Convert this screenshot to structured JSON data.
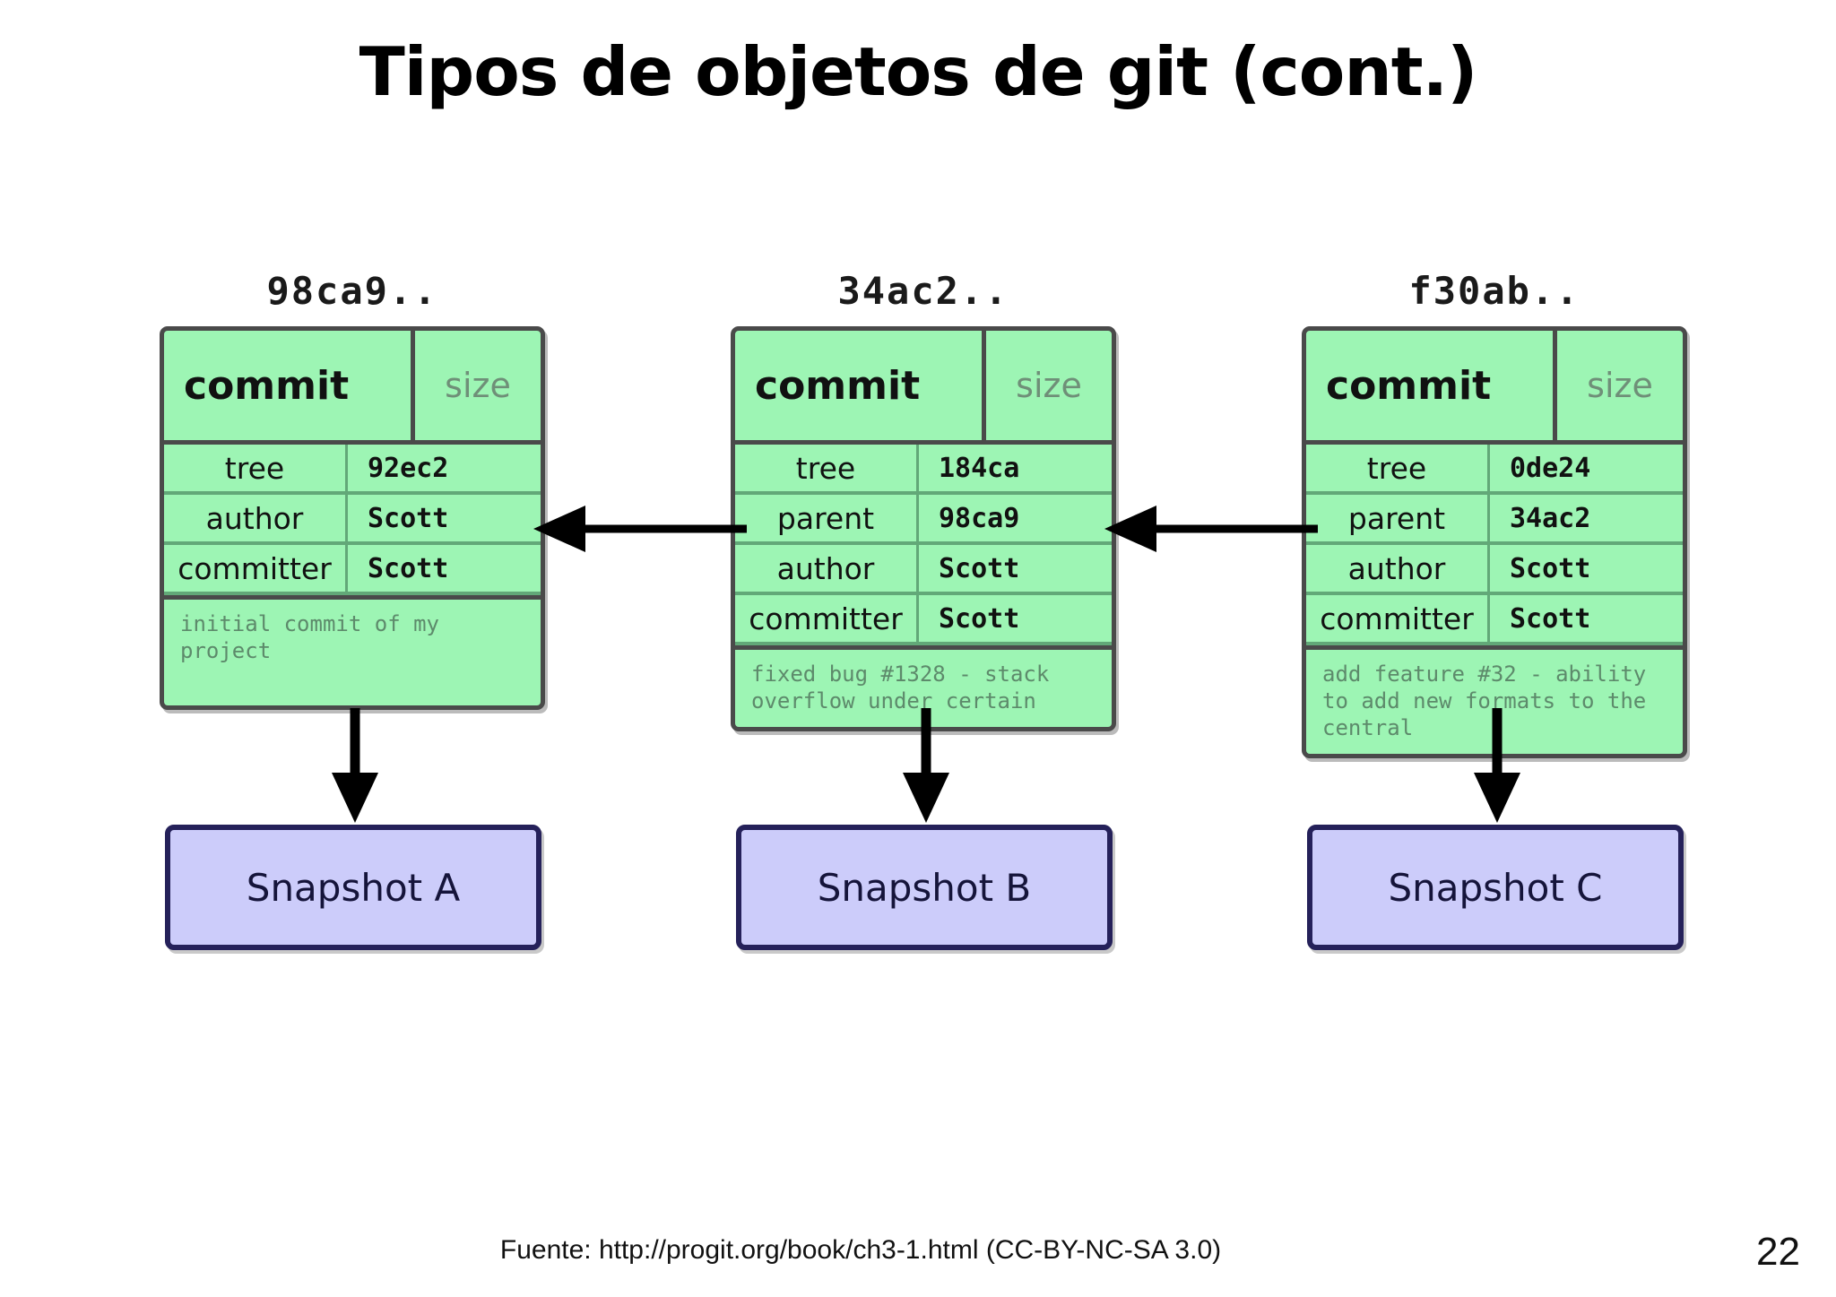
{
  "slide": {
    "title": "Tipos de objetos de git (cont.)",
    "page_number": "22",
    "footer_source": "Fuente: http://progit.org/book/ch3-1.html  (CC-BY-NC-SA 3.0)",
    "background_color": "#ffffff"
  },
  "colors": {
    "commit_fill": "#9df5b4",
    "commit_border": "#4a4a4a",
    "commit_inner_line": "#62a878",
    "snapshot_fill": "#ccccfa",
    "snapshot_border": "#25215a",
    "arrow_color": "#000000",
    "muted_text": "#6f8f78"
  },
  "diagram": {
    "type": "git-commit-chain",
    "commits": [
      {
        "hash_label": "98ca9..",
        "object_type": "commit",
        "size_label": "size",
        "fields": [
          {
            "key": "tree",
            "value": "92ec2"
          },
          {
            "key": "author",
            "value": "Scott"
          },
          {
            "key": "committer",
            "value": "Scott"
          }
        ],
        "message": "initial commit of my project",
        "snapshot": "Snapshot A"
      },
      {
        "hash_label": "34ac2..",
        "object_type": "commit",
        "size_label": "size",
        "fields": [
          {
            "key": "tree",
            "value": "184ca"
          },
          {
            "key": "parent",
            "value": "98ca9"
          },
          {
            "key": "author",
            "value": "Scott"
          },
          {
            "key": "committer",
            "value": "Scott"
          }
        ],
        "message": "fixed bug #1328 - stack overflow under certain",
        "snapshot": "Snapshot B"
      },
      {
        "hash_label": "f30ab..",
        "object_type": "commit",
        "size_label": "size",
        "fields": [
          {
            "key": "tree",
            "value": "0de24"
          },
          {
            "key": "parent",
            "value": "34ac2"
          },
          {
            "key": "author",
            "value": "Scott"
          },
          {
            "key": "committer",
            "value": "Scott"
          }
        ],
        "message": "add feature #32 - ability to add new formats to the central",
        "snapshot": "Snapshot C"
      }
    ],
    "parent_arrows": [
      {
        "from": "34ac2..",
        "to": "98ca9..",
        "direction": "left"
      },
      {
        "from": "f30ab..",
        "to": "34ac2..",
        "direction": "left"
      }
    ],
    "snapshot_arrows": [
      {
        "from": "98ca9..",
        "to": "Snapshot A",
        "direction": "down"
      },
      {
        "from": "34ac2..",
        "to": "Snapshot B",
        "direction": "down"
      },
      {
        "from": "f30ab..",
        "to": "Snapshot C",
        "direction": "down"
      }
    ]
  }
}
